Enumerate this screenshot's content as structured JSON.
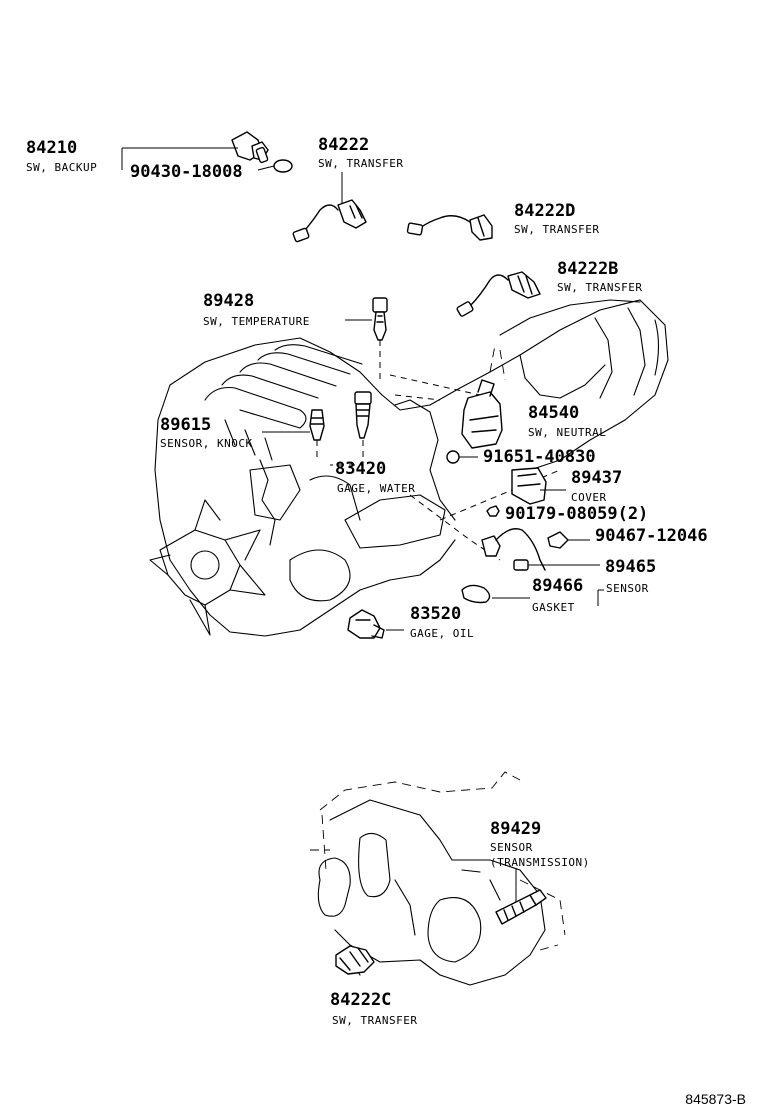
{
  "callouts": [
    {
      "id": "84210",
      "pn": "84210",
      "desc": "SW, BACKUP"
    },
    {
      "id": "90430",
      "pn": "90430-18008",
      "desc": ""
    },
    {
      "id": "84222",
      "pn": "84222",
      "desc": "SW, TRANSFER"
    },
    {
      "id": "84222D",
      "pn": "84222D",
      "desc": "SW, TRANSFER"
    },
    {
      "id": "84222B",
      "pn": "84222B",
      "desc": "SW, TRANSFER"
    },
    {
      "id": "89428",
      "pn": "89428",
      "desc": "SW, TEMPERATURE"
    },
    {
      "id": "89615",
      "pn": "89615",
      "desc": "SENSOR, KNOCK"
    },
    {
      "id": "83420",
      "pn": "83420",
      "desc": "GAGE, WATER"
    },
    {
      "id": "84540",
      "pn": "84540",
      "desc": "SW, NEUTRAL"
    },
    {
      "id": "91651",
      "pn": "91651-40830",
      "desc": ""
    },
    {
      "id": "89437",
      "pn": "89437",
      "desc": "COVER"
    },
    {
      "id": "90179",
      "pn": "90179-08059(2)",
      "desc": ""
    },
    {
      "id": "90467",
      "pn": "90467-12046",
      "desc": ""
    },
    {
      "id": "89465",
      "pn": "89465",
      "desc": "SENSOR"
    },
    {
      "id": "89466",
      "pn": "89466",
      "desc": "GASKET"
    },
    {
      "id": "83520",
      "pn": "83520",
      "desc": "GAGE, OIL"
    },
    {
      "id": "89429",
      "pn": "89429",
      "desc": "SENSOR",
      "desc2": "(TRANSMISSION)"
    },
    {
      "id": "84222C",
      "pn": "84222C",
      "desc": "SW, TRANSFER"
    }
  ],
  "diagram_ref": "845873-B",
  "icons": {
    "engine": "engine-assembly-drawing",
    "transmission": "transmission-assembly-drawing"
  }
}
